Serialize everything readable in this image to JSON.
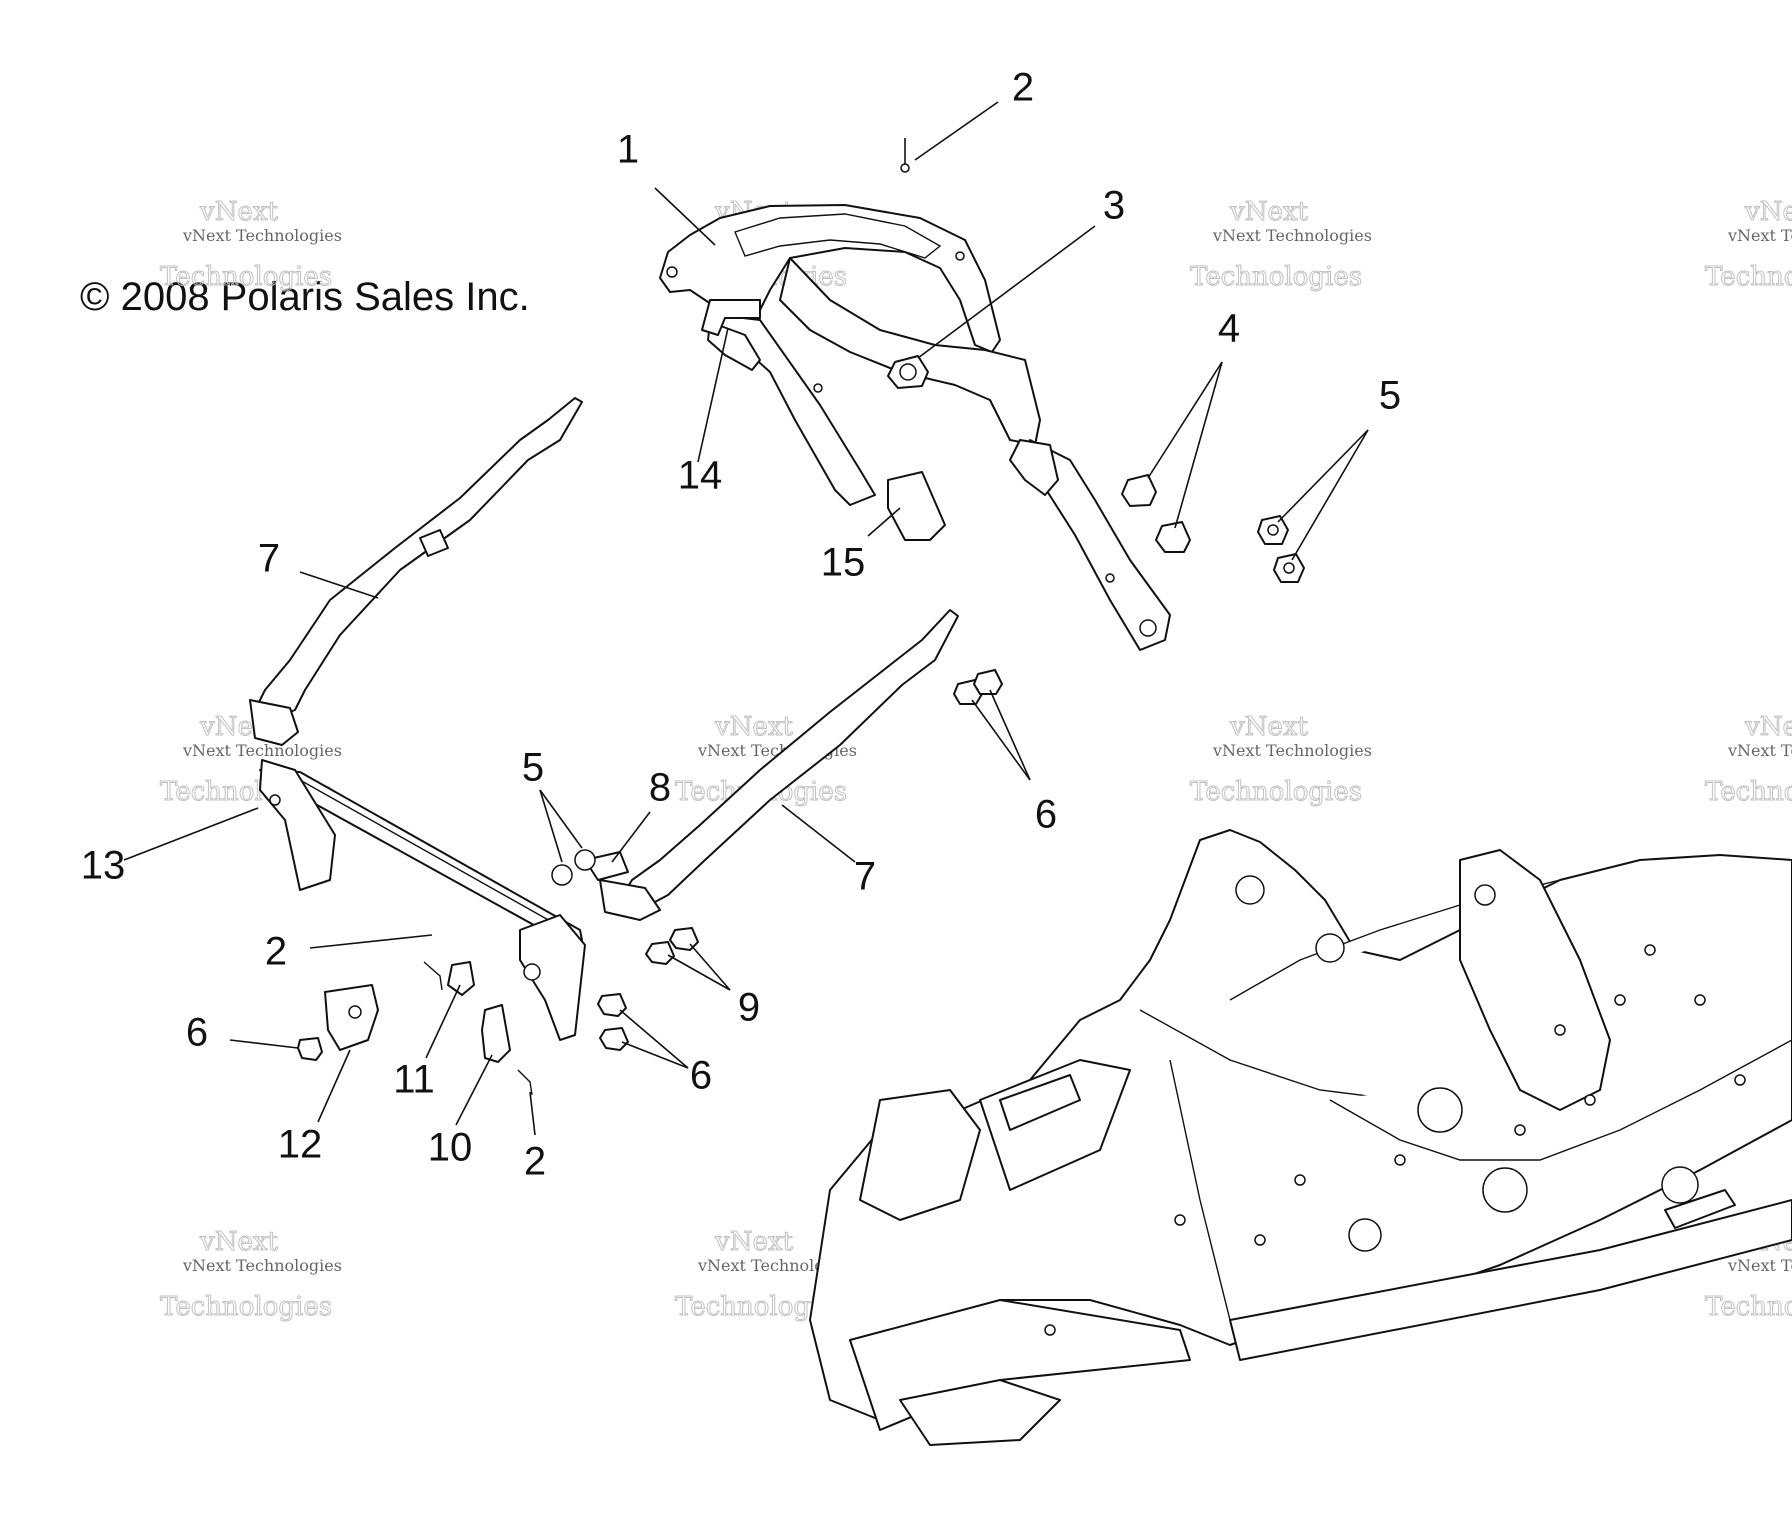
{
  "copyright": "© 2008 Polaris Sales Inc.",
  "watermark": {
    "line1": "vNext",
    "line2": "vNext Technologies",
    "line3": "Technologies"
  },
  "callouts": [
    {
      "id": "c1",
      "label": "1"
    },
    {
      "id": "c2a",
      "label": "2"
    },
    {
      "id": "c3",
      "label": "3"
    },
    {
      "id": "c4",
      "label": "4"
    },
    {
      "id": "c5a",
      "label": "5"
    },
    {
      "id": "c14",
      "label": "14"
    },
    {
      "id": "c15",
      "label": "15"
    },
    {
      "id": "c7a",
      "label": "7"
    },
    {
      "id": "c6a",
      "label": "6"
    },
    {
      "id": "c5b",
      "label": "5"
    },
    {
      "id": "c8",
      "label": "8"
    },
    {
      "id": "c7b",
      "label": "7"
    },
    {
      "id": "c13",
      "label": "13"
    },
    {
      "id": "c2b",
      "label": "2"
    },
    {
      "id": "c9",
      "label": "9"
    },
    {
      "id": "c6b",
      "label": "6"
    },
    {
      "id": "c6c",
      "label": "6"
    },
    {
      "id": "c11",
      "label": "11"
    },
    {
      "id": "c12",
      "label": "12"
    },
    {
      "id": "c10",
      "label": "10"
    },
    {
      "id": "c2c",
      "label": "2"
    }
  ]
}
